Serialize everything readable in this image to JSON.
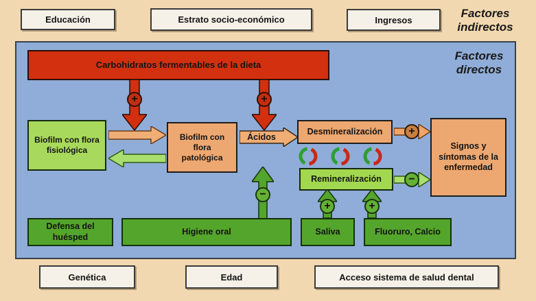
{
  "colors": {
    "page_background": "#f2d8b0",
    "panel_blue": "#8fadd8",
    "negative_red": "#d2300f",
    "pathologic_orange": "#eda770",
    "healthy_bright_green": "#a8d95c",
    "protective_dark_green": "#54a52b",
    "arrow_orange": "#f0ae77",
    "arrow_light_green": "#aade6e"
  },
  "indirect_factors": {
    "caption": "Factores indirectos",
    "top_boxes": [
      {
        "label": "Educación"
      },
      {
        "label": "Estrato socio-económico"
      },
      {
        "label": "Ingresos"
      }
    ],
    "bottom_boxes": [
      {
        "label": "Genética"
      },
      {
        "label": "Edad"
      },
      {
        "label": "Acceso sistema de salud dental"
      }
    ]
  },
  "direct_factors": {
    "caption": "Factores directos",
    "nodes": {
      "carbohidratos": "Carbohidratos fermentables de la dieta",
      "biofilm_fisiologica": "Biofilm con flora fisiológica",
      "biofilm_patologica": "Biofilm con flora patológica",
      "acidos": "Ácidos",
      "desmineralizacion": "Desmineralización",
      "remineralizacion": "Remineralización",
      "signos": "Signos y síntomas de la enfermedad",
      "defensa": "Defensa del huésped",
      "higiene": "Higiene oral",
      "saliva": "Saliva",
      "fluoruro": "Fluoruro, Calcio"
    }
  },
  "symbols": {
    "promote": "+",
    "inhibit": "−"
  }
}
